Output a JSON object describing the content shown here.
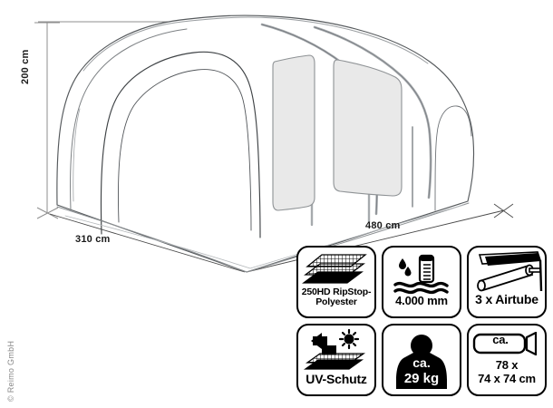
{
  "product": {
    "type": "tent-technical-drawing",
    "copyright": "© Reimo GmbH"
  },
  "dimensions": {
    "height": "200 cm",
    "depth": "310 cm",
    "width": "480 cm"
  },
  "features": [
    {
      "id": "material",
      "icon": "fabric-layers-icon",
      "caption_line1": "250HD RipStop-",
      "caption_line2": "Polyester"
    },
    {
      "id": "water-column",
      "icon": "water-column-icon",
      "caption_line1": "4.000 mm",
      "caption_line2": ""
    },
    {
      "id": "airtube",
      "icon": "airtube-icon",
      "caption_line1": "3 x Airtube",
      "caption_line2": ""
    },
    {
      "id": "uv-protection",
      "icon": "sun-uv-icon",
      "caption_line1": "UV-Schutz",
      "caption_line2": ""
    },
    {
      "id": "weight",
      "icon": "weight-bag-icon",
      "caption_line1": "ca.",
      "caption_line2": "29 kg"
    },
    {
      "id": "pack-size",
      "icon": "pack-bag-icon",
      "caption_line1": "ca.",
      "caption_line2": "78 x",
      "caption_line3": "74 x 74 cm"
    }
  ],
  "colors": {
    "line": "#3a3a3a",
    "line_light": "#9a9a9a",
    "window_fill": "#e9e9e9",
    "icon_black": "#000000",
    "background": "#ffffff",
    "copyright_gray": "#8a8a8a"
  }
}
